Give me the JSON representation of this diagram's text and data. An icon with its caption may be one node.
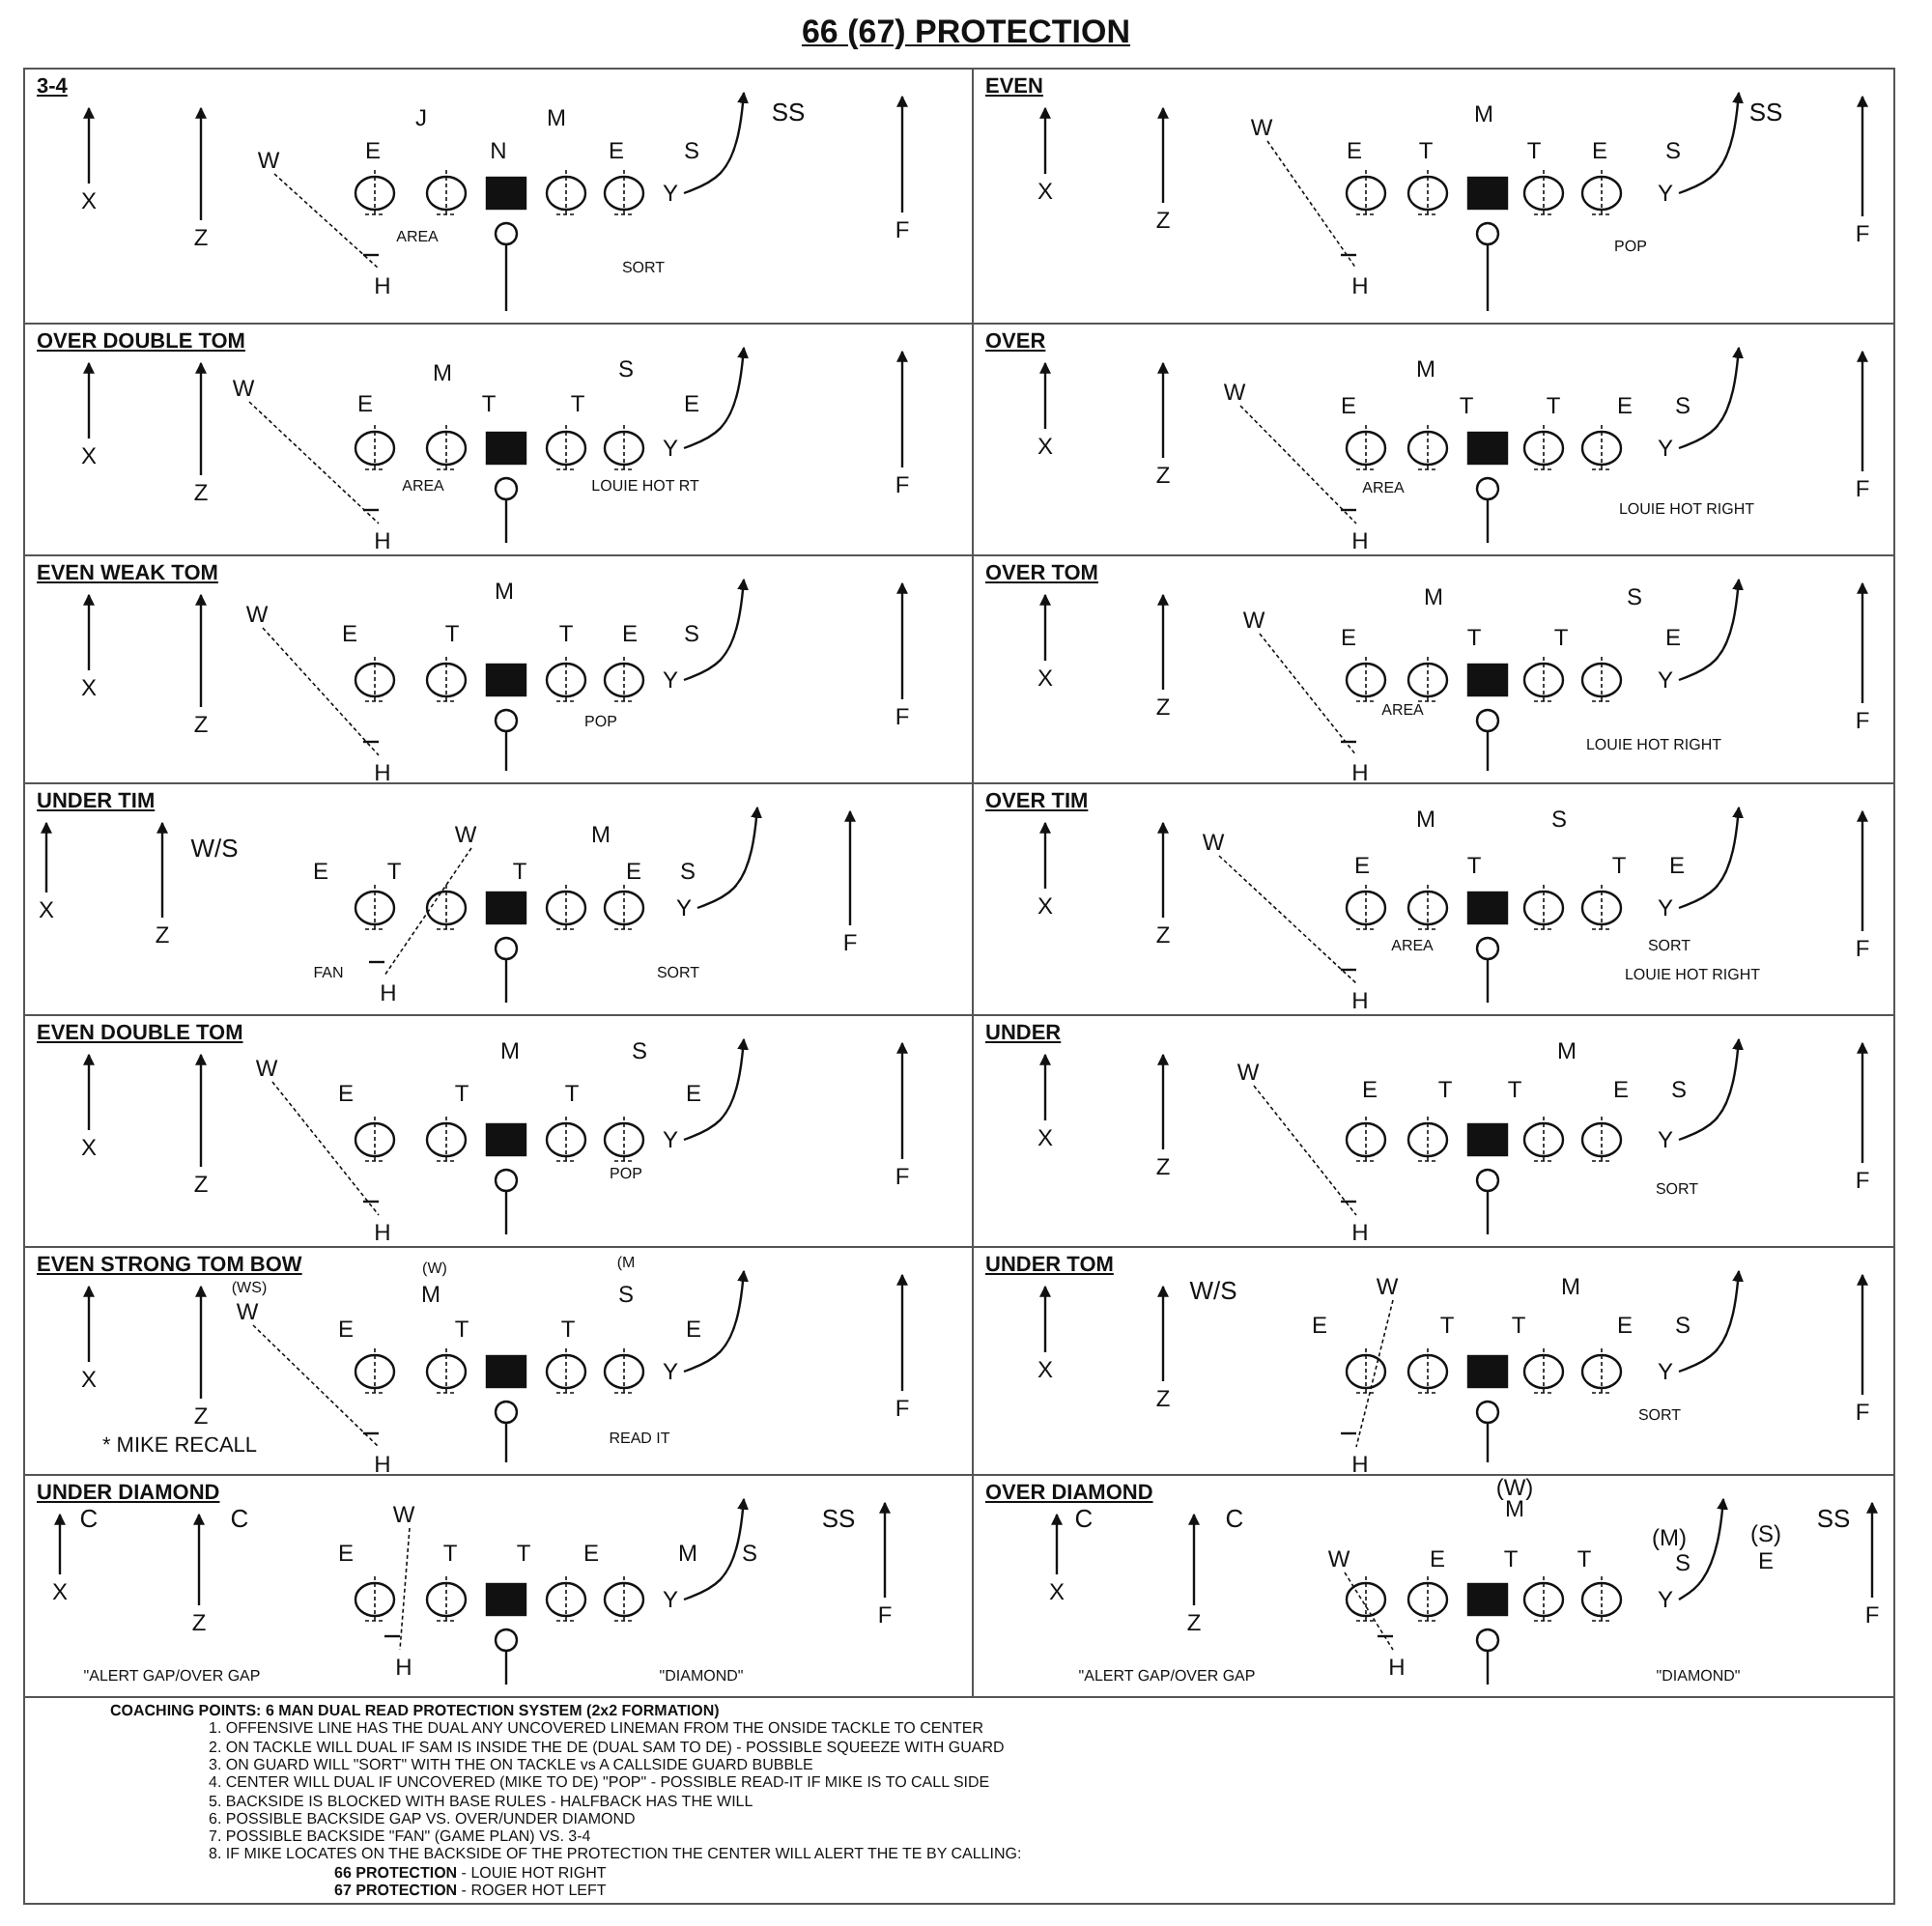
{
  "diagram": {
    "title": "66 (67) PROTECTION",
    "nodes": [
      {
        "text": [
          "3-4",
          "X",
          "Z",
          "H",
          "Y",
          "F",
          "W",
          "E",
          "J",
          "N",
          "M",
          "E",
          "S",
          "SS",
          "AREA",
          "SORT"
        ]
      },
      {
        "text": [
          "EVEN",
          "X",
          "Z",
          "H",
          "Y",
          "F",
          "W",
          "E",
          "T",
          "M",
          "T",
          "E",
          "S",
          "SS",
          "POP"
        ]
      },
      {
        "text": [
          "OVER DOUBLE TOM",
          "X",
          "Z",
          "H",
          "Y",
          "F",
          "W",
          "E",
          "M",
          "T",
          "T",
          "S",
          "E",
          "AREA",
          "LOUIE HOT RT"
        ]
      },
      {
        "text": [
          "OVER",
          "X",
          "Z",
          "H",
          "Y",
          "F",
          "W",
          "M",
          "E",
          "T",
          "T",
          "E",
          "S",
          "AREA",
          "LOUIE HOT RIGHT"
        ]
      },
      {
        "text": [
          "EVEN WEAK TOM",
          "X",
          "Z",
          "H",
          "Y",
          "F",
          "W",
          "M",
          "E",
          "T",
          "T",
          "E",
          "S",
          "POP"
        ]
      },
      {
        "text": [
          "OVER TOM",
          "X",
          "Z",
          "H",
          "Y",
          "F",
          "M",
          "S",
          "W",
          "E",
          "T",
          "T",
          "E",
          "AREA",
          "LOUIE HOT RIGHT"
        ]
      },
      {
        "text": [
          "UNDER TIM",
          "X",
          "Z",
          "H",
          "Y",
          "F",
          "W/S",
          "W",
          "M",
          "E",
          "T",
          "T",
          "E",
          "S",
          "FAN",
          "SORT"
        ]
      },
      {
        "text": [
          "OVER TIM",
          "X",
          "Z",
          "H",
          "Y",
          "F",
          "M",
          "S",
          "W",
          "E",
          "T",
          "T",
          "E",
          "AREA",
          "SORT",
          "LOUIE HOT RIGHT"
        ]
      },
      {
        "text": [
          "EVEN DOUBLE TOM",
          "X",
          "Z",
          "H",
          "Y",
          "F",
          "W",
          "M",
          "S",
          "E",
          "T",
          "T",
          "E",
          "POP"
        ]
      },
      {
        "text": [
          "UNDER",
          "X",
          "Z",
          "H",
          "Y",
          "F",
          "M",
          "W",
          "E",
          "T",
          "T",
          "E",
          "S",
          "SORT"
        ]
      },
      {
        "text": [
          "EVEN STRONG TOM BOW",
          "X",
          "Z",
          "H",
          "Y",
          "F",
          "(W)",
          "(M",
          "(WS)",
          "W",
          "M",
          "S",
          "E",
          "T",
          "T",
          "E",
          "* MIKE RECALL",
          "READ IT"
        ]
      },
      {
        "text": [
          "UNDER TOM",
          "X",
          "Z",
          "H",
          "Y",
          "F",
          "W/S",
          "W",
          "M",
          "E",
          "T",
          "T",
          "E",
          "S",
          "SORT"
        ]
      },
      {
        "text": [
          "UNDER DIAMOND",
          "X",
          "Z",
          "H",
          "Y",
          "F",
          "C",
          "C",
          "W",
          "SS",
          "E",
          "T",
          "T",
          "E",
          "M",
          "S",
          "\"ALERT GAP/OVER GAP",
          "\"DIAMOND\""
        ]
      },
      {
        "text": [
          "OVER DIAMOND",
          "X",
          "Z",
          "H",
          "Y",
          "F",
          "(W)",
          "M",
          "C",
          "C",
          "SS",
          "(M)",
          "(S)",
          "W",
          "E",
          "T",
          "T",
          "S",
          "E",
          "\"ALERT GAP/OVER GAP",
          "\"DIAMOND\""
        ]
      },
      {
        "text": [
          "COACHING POINTS: 6 MAN DUAL READ PROTECTION SYSTEM (2x2 FORMATION)",
          "1. OFFENSIVE LINE HAS THE DUAL ANY UNCOVERED LINEMAN FROM THE ONSIDE TACKLE TO CENTER",
          "2. ON TACKLE WILL DUAL IF SAM IS INSIDE THE DE (DUAL SAM TO DE) - POSSIBLE SQUEEZE WITH GUARD",
          "3. ON GUARD WILL \"SORT\" WITH THE ON TACKLE vs A CALLSIDE GUARD BUBBLE",
          "4. CENTER WILL DUAL IF UNCOVERED (MIKE TO DE) \"POP\" - POSSIBLE READ-IT IF MIKE IS TO CALL SIDE",
          "5. BACKSIDE IS BLOCKED WITH BASE RULES - HALFBACK HAS THE WILL",
          "6. POSSIBLE BACKSIDE GAP VS. OVER/UNDER DIAMOND",
          "7. POSSIBLE BACKSIDE \"FAN\" (GAME PLAN) VS. 3-4",
          "8. IF MIKE LOCATES ON THE BACKSIDE OF THE PROTECTION THE CENTER WILL ALERT THE TE BY CALLING:",
          "**66 PROTECTION** - LOUIE HOT RIGHT",
          "**67 PROTECTION** - ROGER HOT LEFT"
        ]
      }
    ]
  }
}
